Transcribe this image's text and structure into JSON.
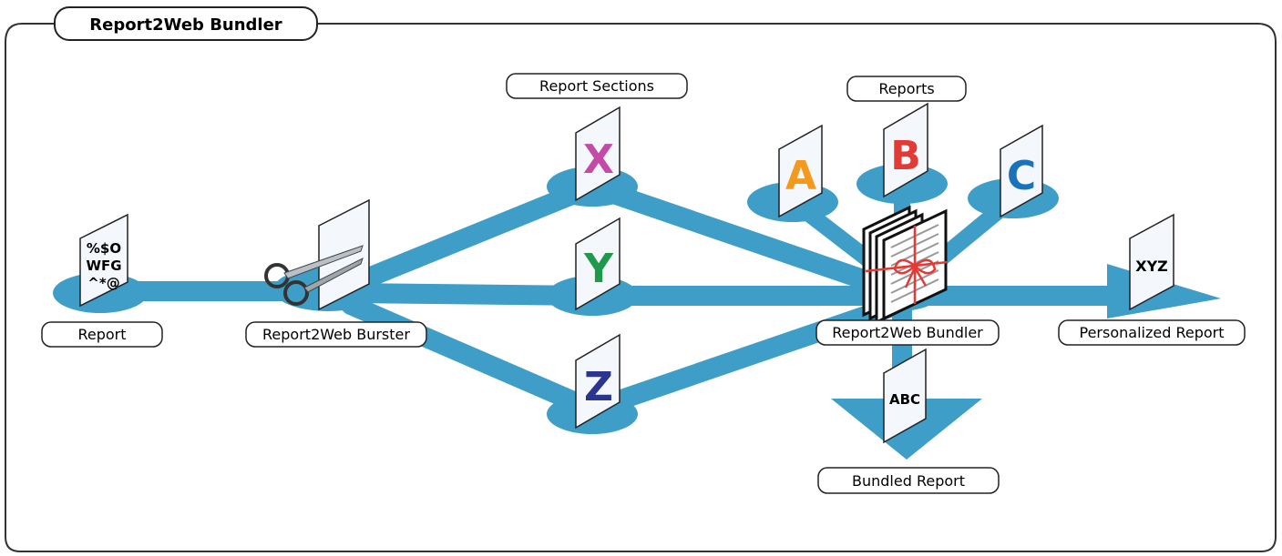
{
  "title": "Report2Web Bundler",
  "labels": {
    "report": "Report",
    "burster": "Report2Web Burster",
    "report_sections": "Report Sections",
    "reports": "Reports",
    "bundler": "Report2Web Bundler",
    "personalized_report": "Personalized Report",
    "bundled_report": "Bundled Report"
  },
  "documents": {
    "report_line1": "%$O",
    "report_line2": "WFG",
    "report_line3": "^*@",
    "section_x": "X",
    "section_y": "Y",
    "section_z": "Z",
    "report_a": "A",
    "report_b": "B",
    "report_c": "C",
    "personalized": "XYZ",
    "bundled": "ABC"
  },
  "colors": {
    "pipe": "#3f9ec7",
    "pipe_shadow": "#2e86ad",
    "x": "#c44aa8",
    "y": "#1f9a4a",
    "z": "#2b3590",
    "a": "#f39a1e",
    "b": "#e23a35",
    "c": "#1a73b8"
  }
}
